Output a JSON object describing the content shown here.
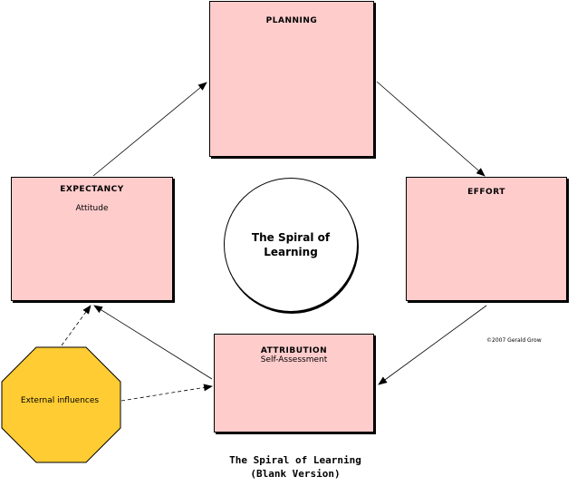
{
  "boxes": {
    "planning": {
      "title": "PLANNING"
    },
    "expectancy": {
      "title": "EXPECTANCY",
      "subtitle": "Attitude"
    },
    "effort": {
      "title": "EFFORT"
    },
    "attribution": {
      "title": "ATTRIBUTION",
      "subtitle": "Self-Assessment"
    }
  },
  "center": {
    "label": "The Spiral of\nLearning"
  },
  "external": {
    "label": "External influences"
  },
  "copyright": "©2007 Gerald Grow",
  "caption": {
    "line1": "The Spiral of Learning",
    "line2": "(Blank Version)"
  },
  "colors": {
    "box_fill": "#ffcccc",
    "octagon_fill": "#ffcc33"
  }
}
